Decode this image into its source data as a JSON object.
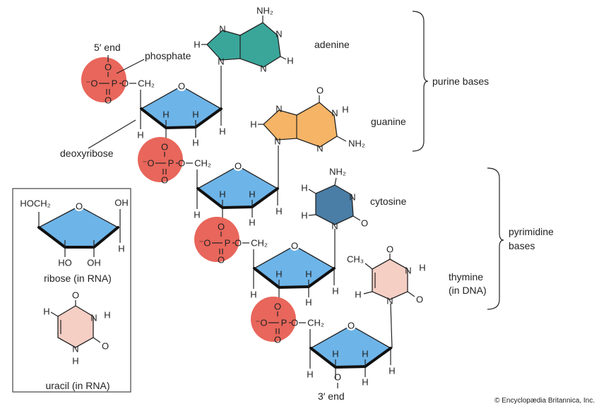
{
  "labels": {
    "five_prime_end": "5′ end",
    "three_prime_end": "3′ end",
    "phosphate": "phosphate",
    "deoxyribose": "deoxyribose",
    "adenine": "adenine",
    "guanine": "guanine",
    "cytosine": "cytosine",
    "thymine_line1": "thymine",
    "thymine_line2": "(in DNA)",
    "purine_bases": "purine bases",
    "pyrimidine_line1": "pyrimidine",
    "pyrimidine_line2": "bases",
    "ribose": "ribose (in RNA)",
    "uracil": "uracil (in RNA)",
    "copyright": "© Encyclopædia Britannica, Inc."
  },
  "atoms": {
    "O": "O",
    "Ominus": "⁻O",
    "P": "P",
    "H": "H",
    "N": "N",
    "NH2": "NH₂",
    "CH2": "CH₂",
    "CH3": "CH₃",
    "OH": "OH",
    "HO": "HO",
    "HOCH2": "HOCH₂"
  },
  "colors": {
    "phosphate": "#e8665b",
    "sugar": "#6db4e8",
    "adenine": "#3aa69a",
    "guanine": "#f5b466",
    "cytosine": "#4a7ea6",
    "thymine": "#f5cec4",
    "uracil": "#f5cec4"
  }
}
